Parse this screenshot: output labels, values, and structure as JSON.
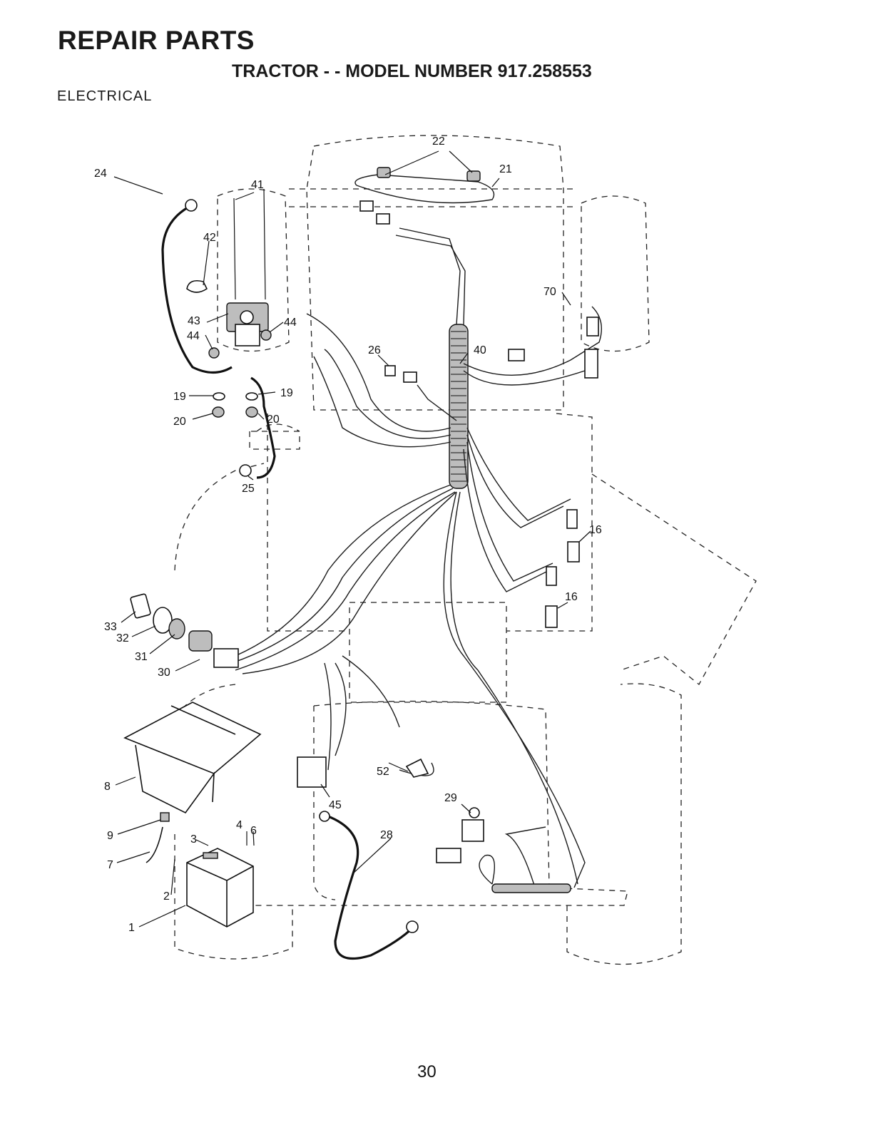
{
  "header": {
    "title": "REPAIR PARTS",
    "subtitle": "TRACTOR - - MODEL NUMBER 917.258553",
    "section": "ELECTRICAL"
  },
  "page_number": "30",
  "callouts": {
    "c1": "1",
    "c2": "2",
    "c3": "3",
    "c4": "4",
    "c6": "6",
    "c7": "7",
    "c8": "8",
    "c9": "9",
    "c16a": "16",
    "c16b": "16",
    "c19a": "19",
    "c19b": "19",
    "c20a": "20",
    "c20b": "20",
    "c21": "21",
    "c22": "22",
    "c24": "24",
    "c25": "25",
    "c26": "26",
    "c28": "28",
    "c29": "29",
    "c30": "30",
    "c31": "31",
    "c32": "32",
    "c33": "33",
    "c40": "40",
    "c41": "41",
    "c42": "42",
    "c43": "43",
    "c44a": "44",
    "c44b": "44",
    "c45": "45",
    "c52": "52",
    "c70": "70"
  }
}
